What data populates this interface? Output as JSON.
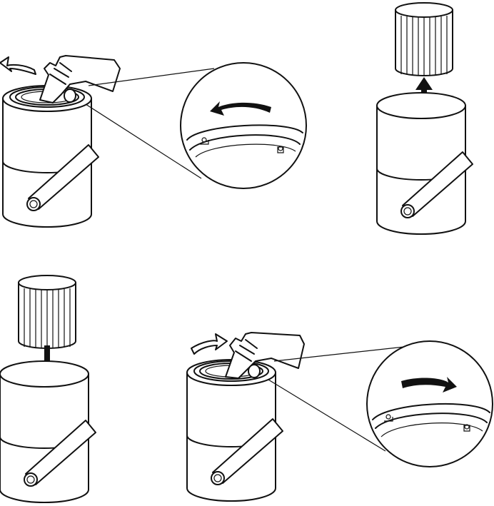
{
  "diagram": {
    "steps": [
      {
        "id": "step-1",
        "action": "twist-open",
        "rotation": "counterclockwise"
      },
      {
        "id": "step-2",
        "action": "lift-filter-out",
        "direction": "up"
      },
      {
        "id": "step-3",
        "action": "insert-filter",
        "direction": "down"
      },
      {
        "id": "step-4",
        "action": "twist-close",
        "rotation": "clockwise"
      }
    ],
    "icons": [
      "unlock-icon",
      "lock-icon"
    ],
    "line_color": "#111111",
    "background": "#ffffff"
  }
}
